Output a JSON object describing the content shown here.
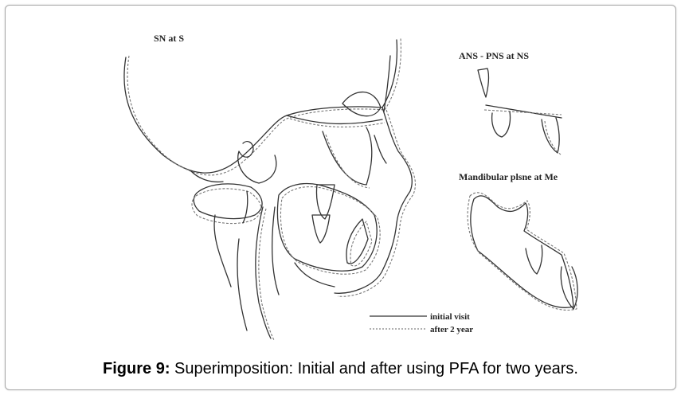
{
  "labels": {
    "sn_at_s": "SN at S",
    "ans_pns": "ANS - PNS at NS",
    "mandibular": "Mandibular plsne at Me"
  },
  "legend": {
    "initial": "initial visit",
    "after": "after 2 year"
  },
  "caption": {
    "figure_label": "Figure 9:",
    "text": " Superimposition: Initial and after using PFA for two years."
  }
}
